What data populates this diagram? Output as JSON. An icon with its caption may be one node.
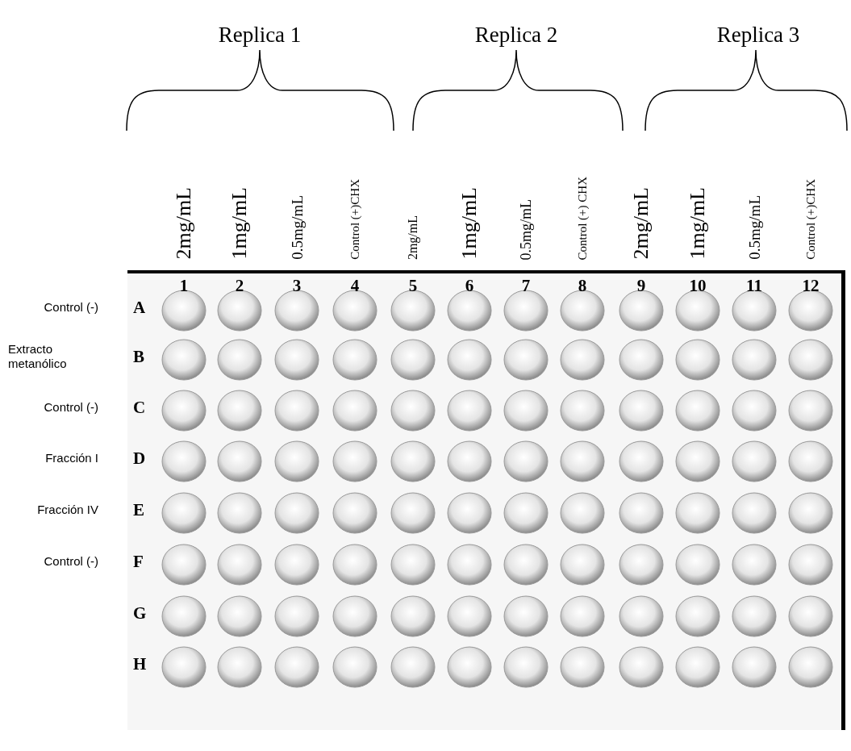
{
  "diagram": {
    "labels": [
      "Replica 1",
      "Replica 2",
      "Replica 3",
      "2mg/mL",
      "1mg/mL",
      "0.5mg/mL",
      "Control (+)CHX",
      "2mg/mL",
      "1mg/mL",
      "0.5mg/mL",
      "Control (+) CHX",
      "2mg/mL",
      "1mg/mL",
      "0.5mg/mL",
      "Control (+)CHX",
      "1",
      "2",
      "3",
      "4",
      "5",
      "6",
      "7",
      "8",
      "9",
      "10",
      "11",
      "12",
      "Control (-)",
      "A",
      "Extracto metanólico",
      "B",
      "Control (-)",
      "C",
      "Fracción I",
      "D",
      "Fracción IV",
      "E",
      "Control (-)",
      "F",
      "G",
      "H"
    ]
  }
}
